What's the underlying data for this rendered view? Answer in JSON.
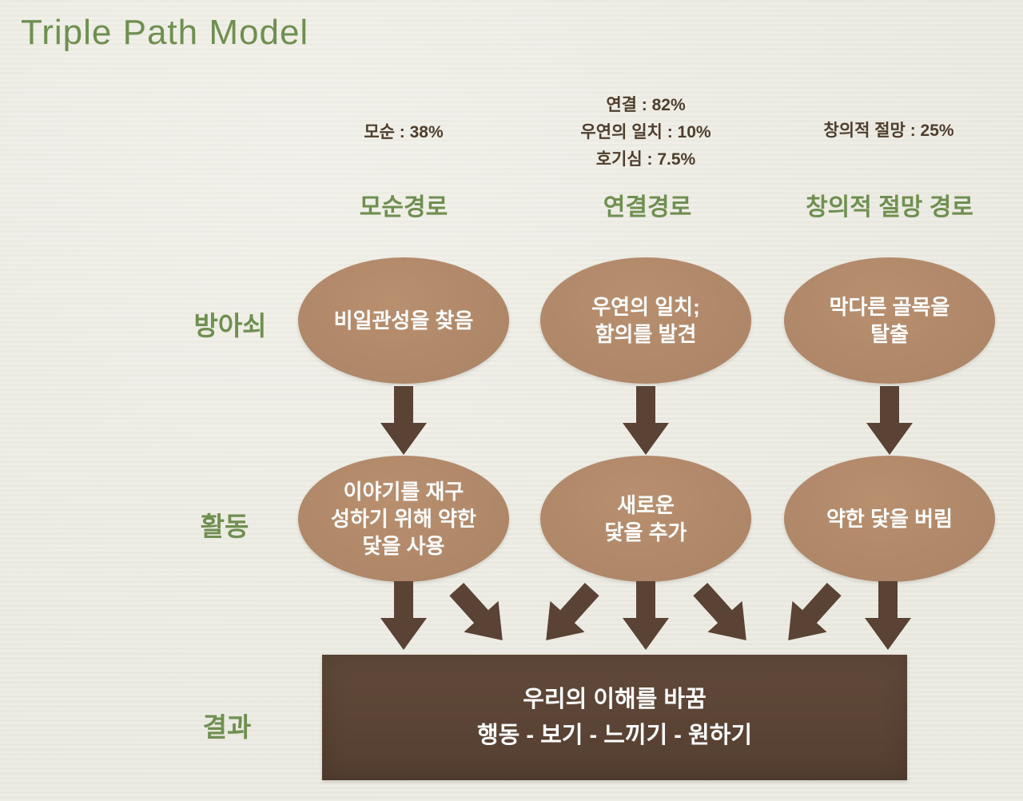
{
  "title": "Triple Path Model",
  "row_labels": {
    "trigger": "방아쇠",
    "activity": "활동",
    "result": "결과"
  },
  "columns": [
    {
      "stats": "모순 : 38%",
      "header": "모순경로",
      "trigger": "비일관성을 찾음",
      "activity": "이야기를 재구\n성하기 위해 약한\n닻을 사용"
    },
    {
      "stats": "연결 : 82%\n우연의 일치 : 10%\n호기심 : 7.5%",
      "header": "연결경로",
      "trigger": "우연의 일치;\n함의를 발견",
      "activity": "새로운\n닻을 추가"
    },
    {
      "stats": "창의적 절망 : 25%",
      "header": "창의적 절망 경로",
      "trigger": "막다른 골목을\n탈출",
      "activity": "약한 닻을 버림"
    }
  ],
  "result_box": {
    "line1": "우리의 이해를 바꿈",
    "line2": "행동 - 보기 - 느끼기 - 원하기"
  },
  "colors": {
    "background": "#ecebe2",
    "green_text": "#6f8f50",
    "stats_text": "#4e3e2d",
    "ellipse": "#ae8668",
    "arrow": "#5a4334",
    "result_box": "#5b4435",
    "ellipse_text": "#ffffff",
    "result_text": "#ffffff"
  }
}
